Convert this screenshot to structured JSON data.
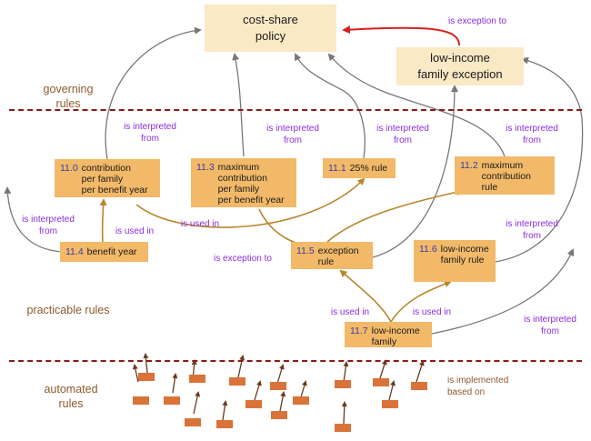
{
  "policies": {
    "cost_share": "cost-share\npolicy",
    "low_income_exception": "low-income\nfamily exception"
  },
  "bands": {
    "governing": "governing\nrules",
    "practicable": "practicable rules",
    "automated": "automated\nrules"
  },
  "rules": {
    "r11_0": {
      "id": "11.0",
      "text": "contribution\nper family\nper benefit year"
    },
    "r11_3": {
      "id": "11.3",
      "text": "maximum\ncontribution\nper family\nper benefit year"
    },
    "r11_1": {
      "id": "11.1",
      "text": "25% rule"
    },
    "r11_2": {
      "id": "11.2",
      "text": "maximum\ncontribution rule"
    },
    "r11_4": {
      "id": "11.4",
      "text": "benefit year"
    },
    "r11_5": {
      "id": "11.5",
      "text": "exception\nrule"
    },
    "r11_6": {
      "id": "11.6",
      "text": "low-income\nfamily rule"
    },
    "r11_7": {
      "id": "11.7",
      "text": "low-income\nfamily"
    }
  },
  "edge_labels": {
    "exception_top": "is exception to",
    "interp_11_0": "is interpreted\nfrom",
    "interp_11_3": "is interpreted\nfrom",
    "interp_11_1": "is interpreted\nfrom",
    "interp_11_2": "is interpreted\nfrom",
    "interp_11_4": "is interpreted\nfrom",
    "used_in_11_4": "is used in",
    "used_in_11_3": "is used in",
    "exception_11_5": "is exception to",
    "interp_11_6": "is interpreted\nfrom",
    "used_in_left": "is used in",
    "used_in_right": "is used in",
    "interp_11_7": "is interpreted\nfrom"
  },
  "notes": {
    "implemented": "is implemented\nbased on"
  },
  "colors": {
    "policy_fill": "#fbe9c6",
    "rule_fill": "#f2b968",
    "edge_gray": "#777777",
    "edge_brown": "#b8862b",
    "edge_red": "#d62020",
    "label_purple": "#8a2be2",
    "divider": "#8b1a1a",
    "automated_rule": "#d9733a"
  }
}
